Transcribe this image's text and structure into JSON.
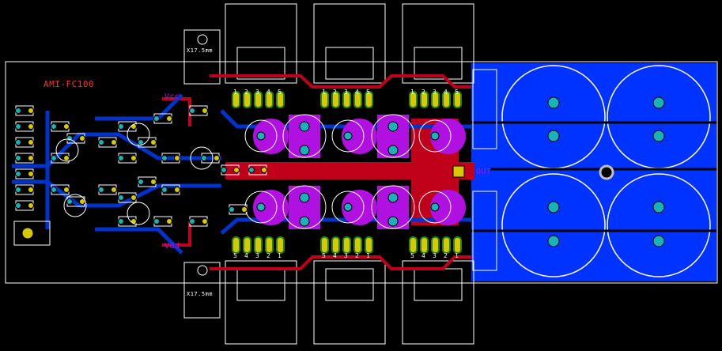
{
  "board": {
    "title": "AMI-FC100",
    "rail_positive": "Vcc",
    "rail_negative": "Vdd",
    "output": "OUT",
    "heatsink_label": "X17.5mm",
    "pin_numbers": [
      "1",
      "2",
      "3",
      "4",
      "5"
    ],
    "colors": {
      "background": "#000000",
      "outline": "#ffffff",
      "top_copper": "#c0001a",
      "bottom_copper": "#0033cc",
      "pad_ring": "#1a8a1a",
      "pad_teal": "#1ab2b2",
      "pad_yellow": "#d8c800",
      "resistor_body": "#b010e0",
      "cap_fill": "#0033ff",
      "via_silver": "#c0c0c0",
      "silk_text": "#ff3030"
    },
    "icons": [
      "transistor-to220-icon",
      "capacitor-icon",
      "heatsink-icon",
      "mounting-hole-icon"
    ]
  }
}
